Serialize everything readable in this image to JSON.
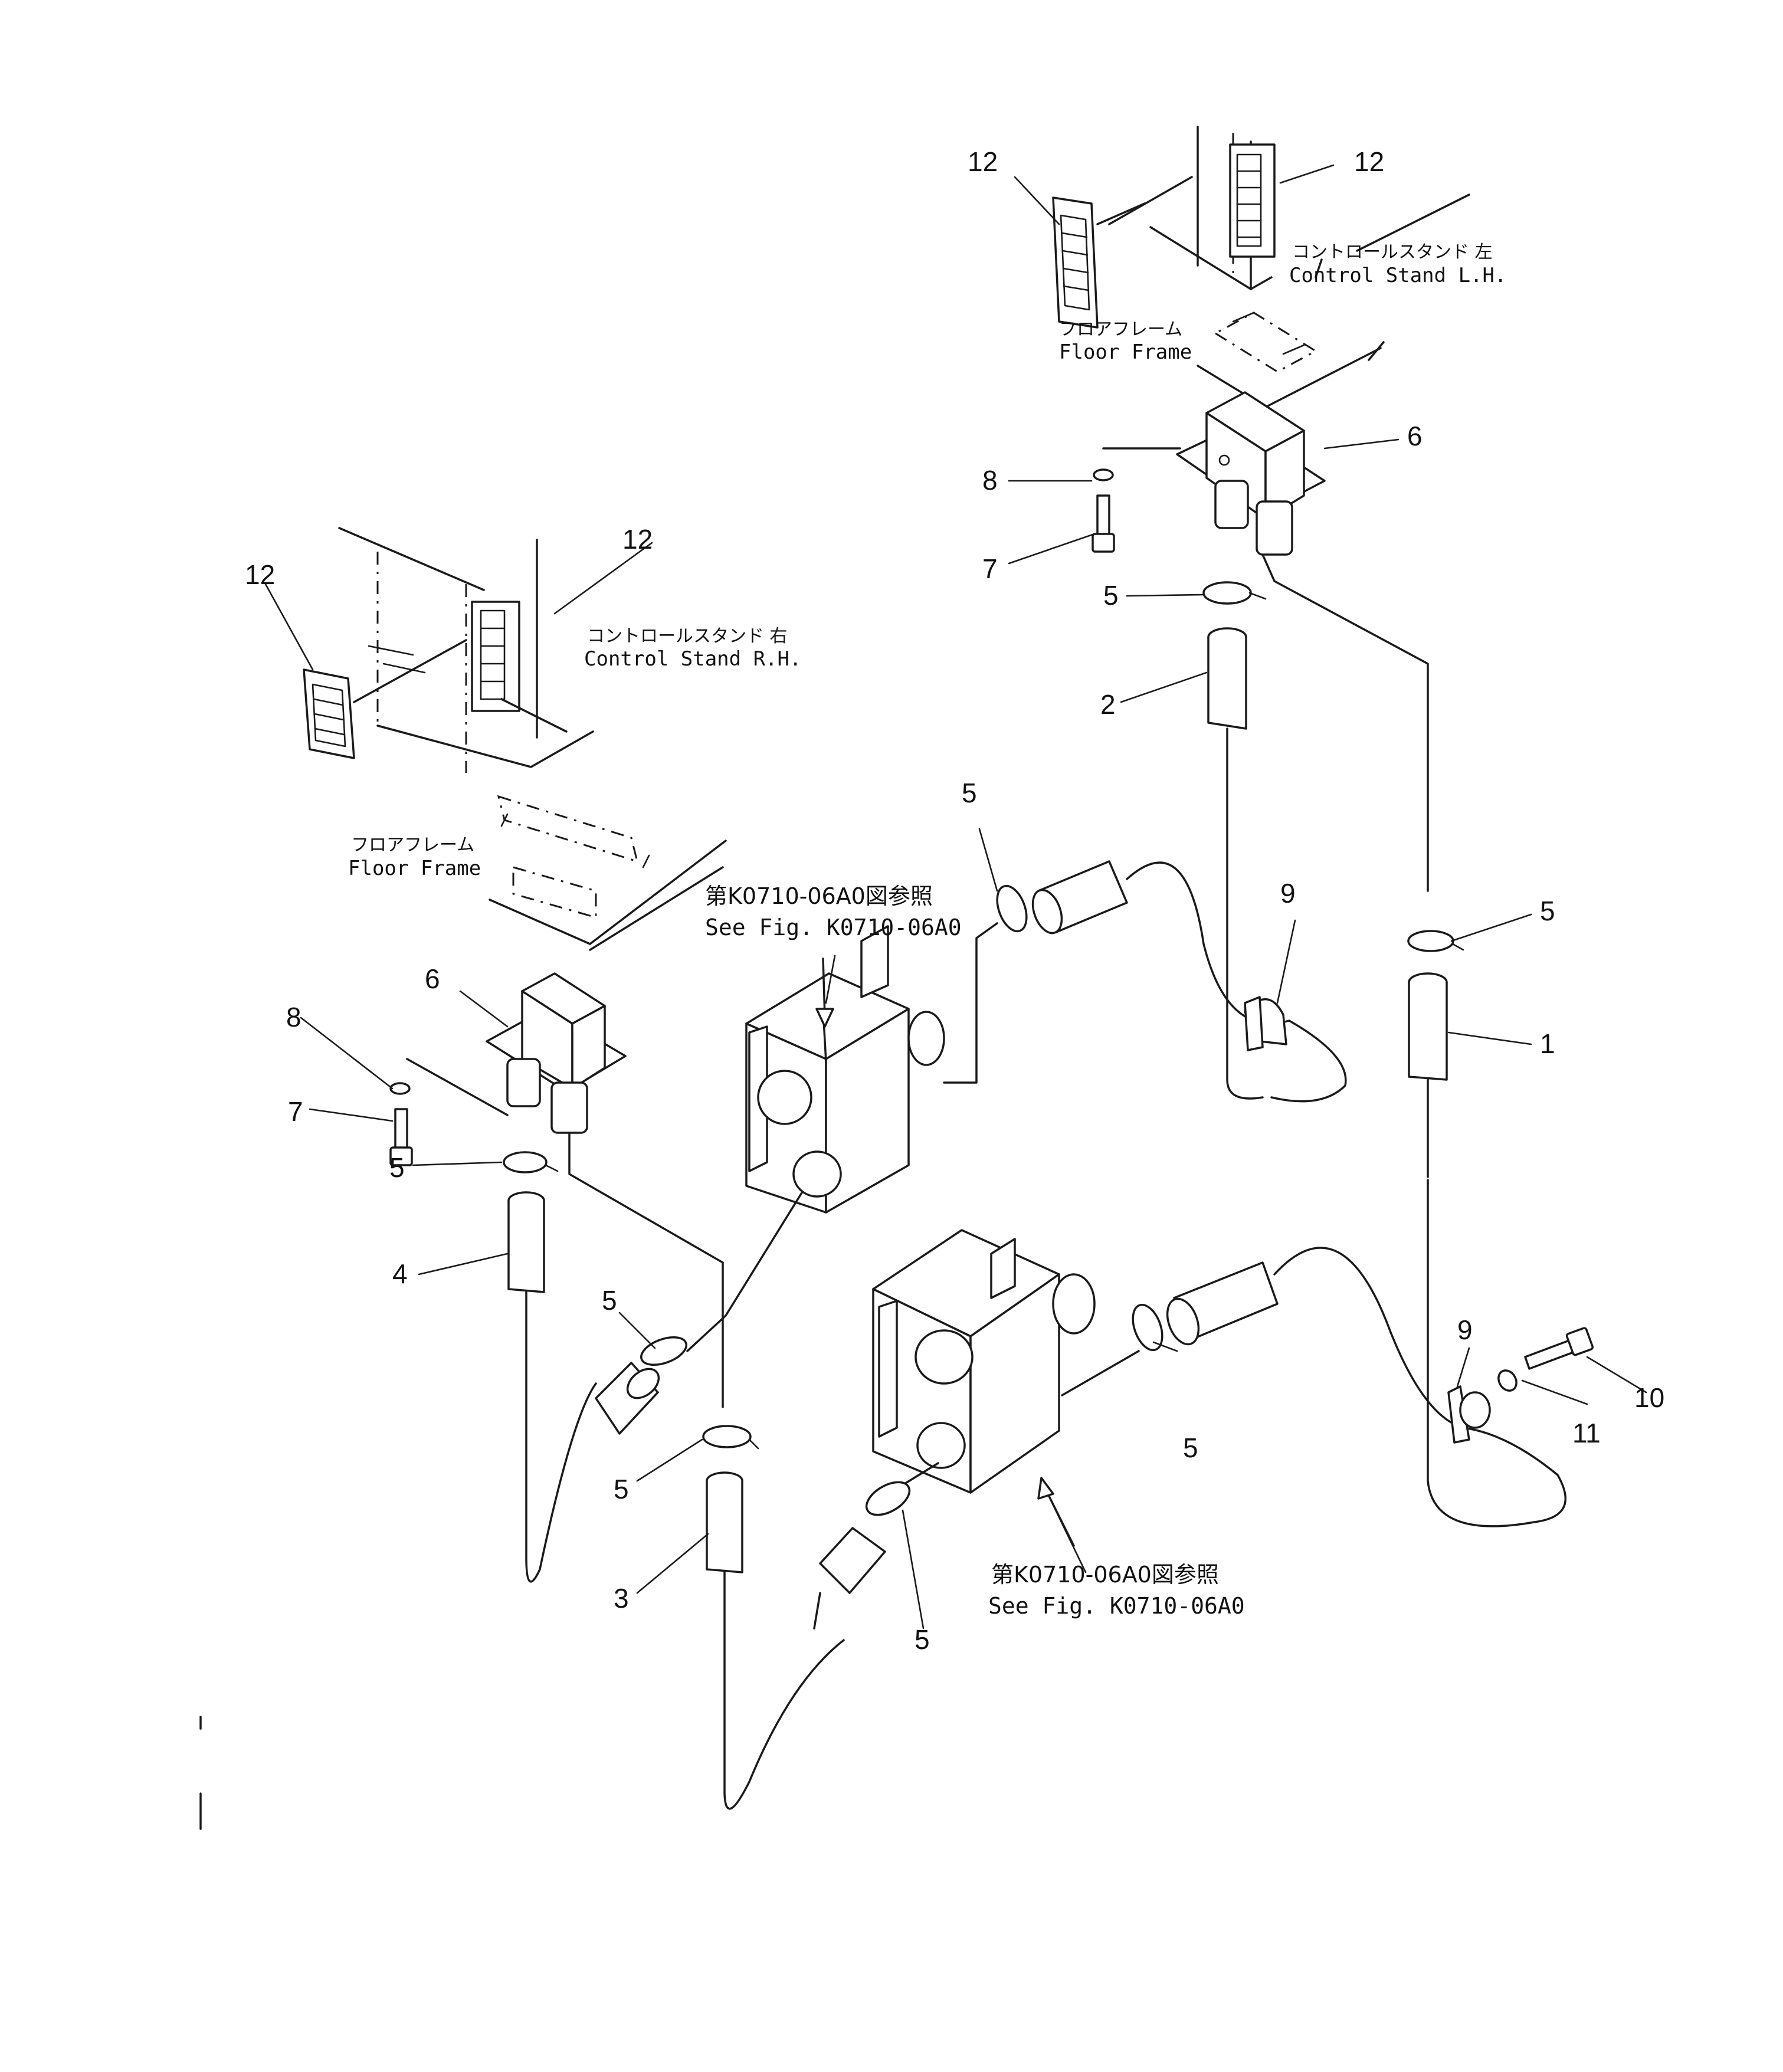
{
  "labels": {
    "control_stand_lh_jp": "コントロールスタンド 左",
    "control_stand_lh_en": "Control Stand L.H.",
    "control_stand_rh_jp": "コントロールスタンド 右",
    "control_stand_rh_en": "Control Stand R.H.",
    "floor_frame_jp": "フロアフレーム",
    "floor_frame_en": "Floor Frame",
    "see_fig_jp": "第K0710-06A0図参照",
    "see_fig_en": "See Fig. K0710-06A0"
  },
  "callouts": {
    "n1": "1",
    "n2": "2",
    "n3": "3",
    "n4": "4",
    "n5": "5",
    "n6": "6",
    "n7": "7",
    "n8": "8",
    "n9": "9",
    "n10": "10",
    "n11": "11",
    "n12": "12"
  }
}
